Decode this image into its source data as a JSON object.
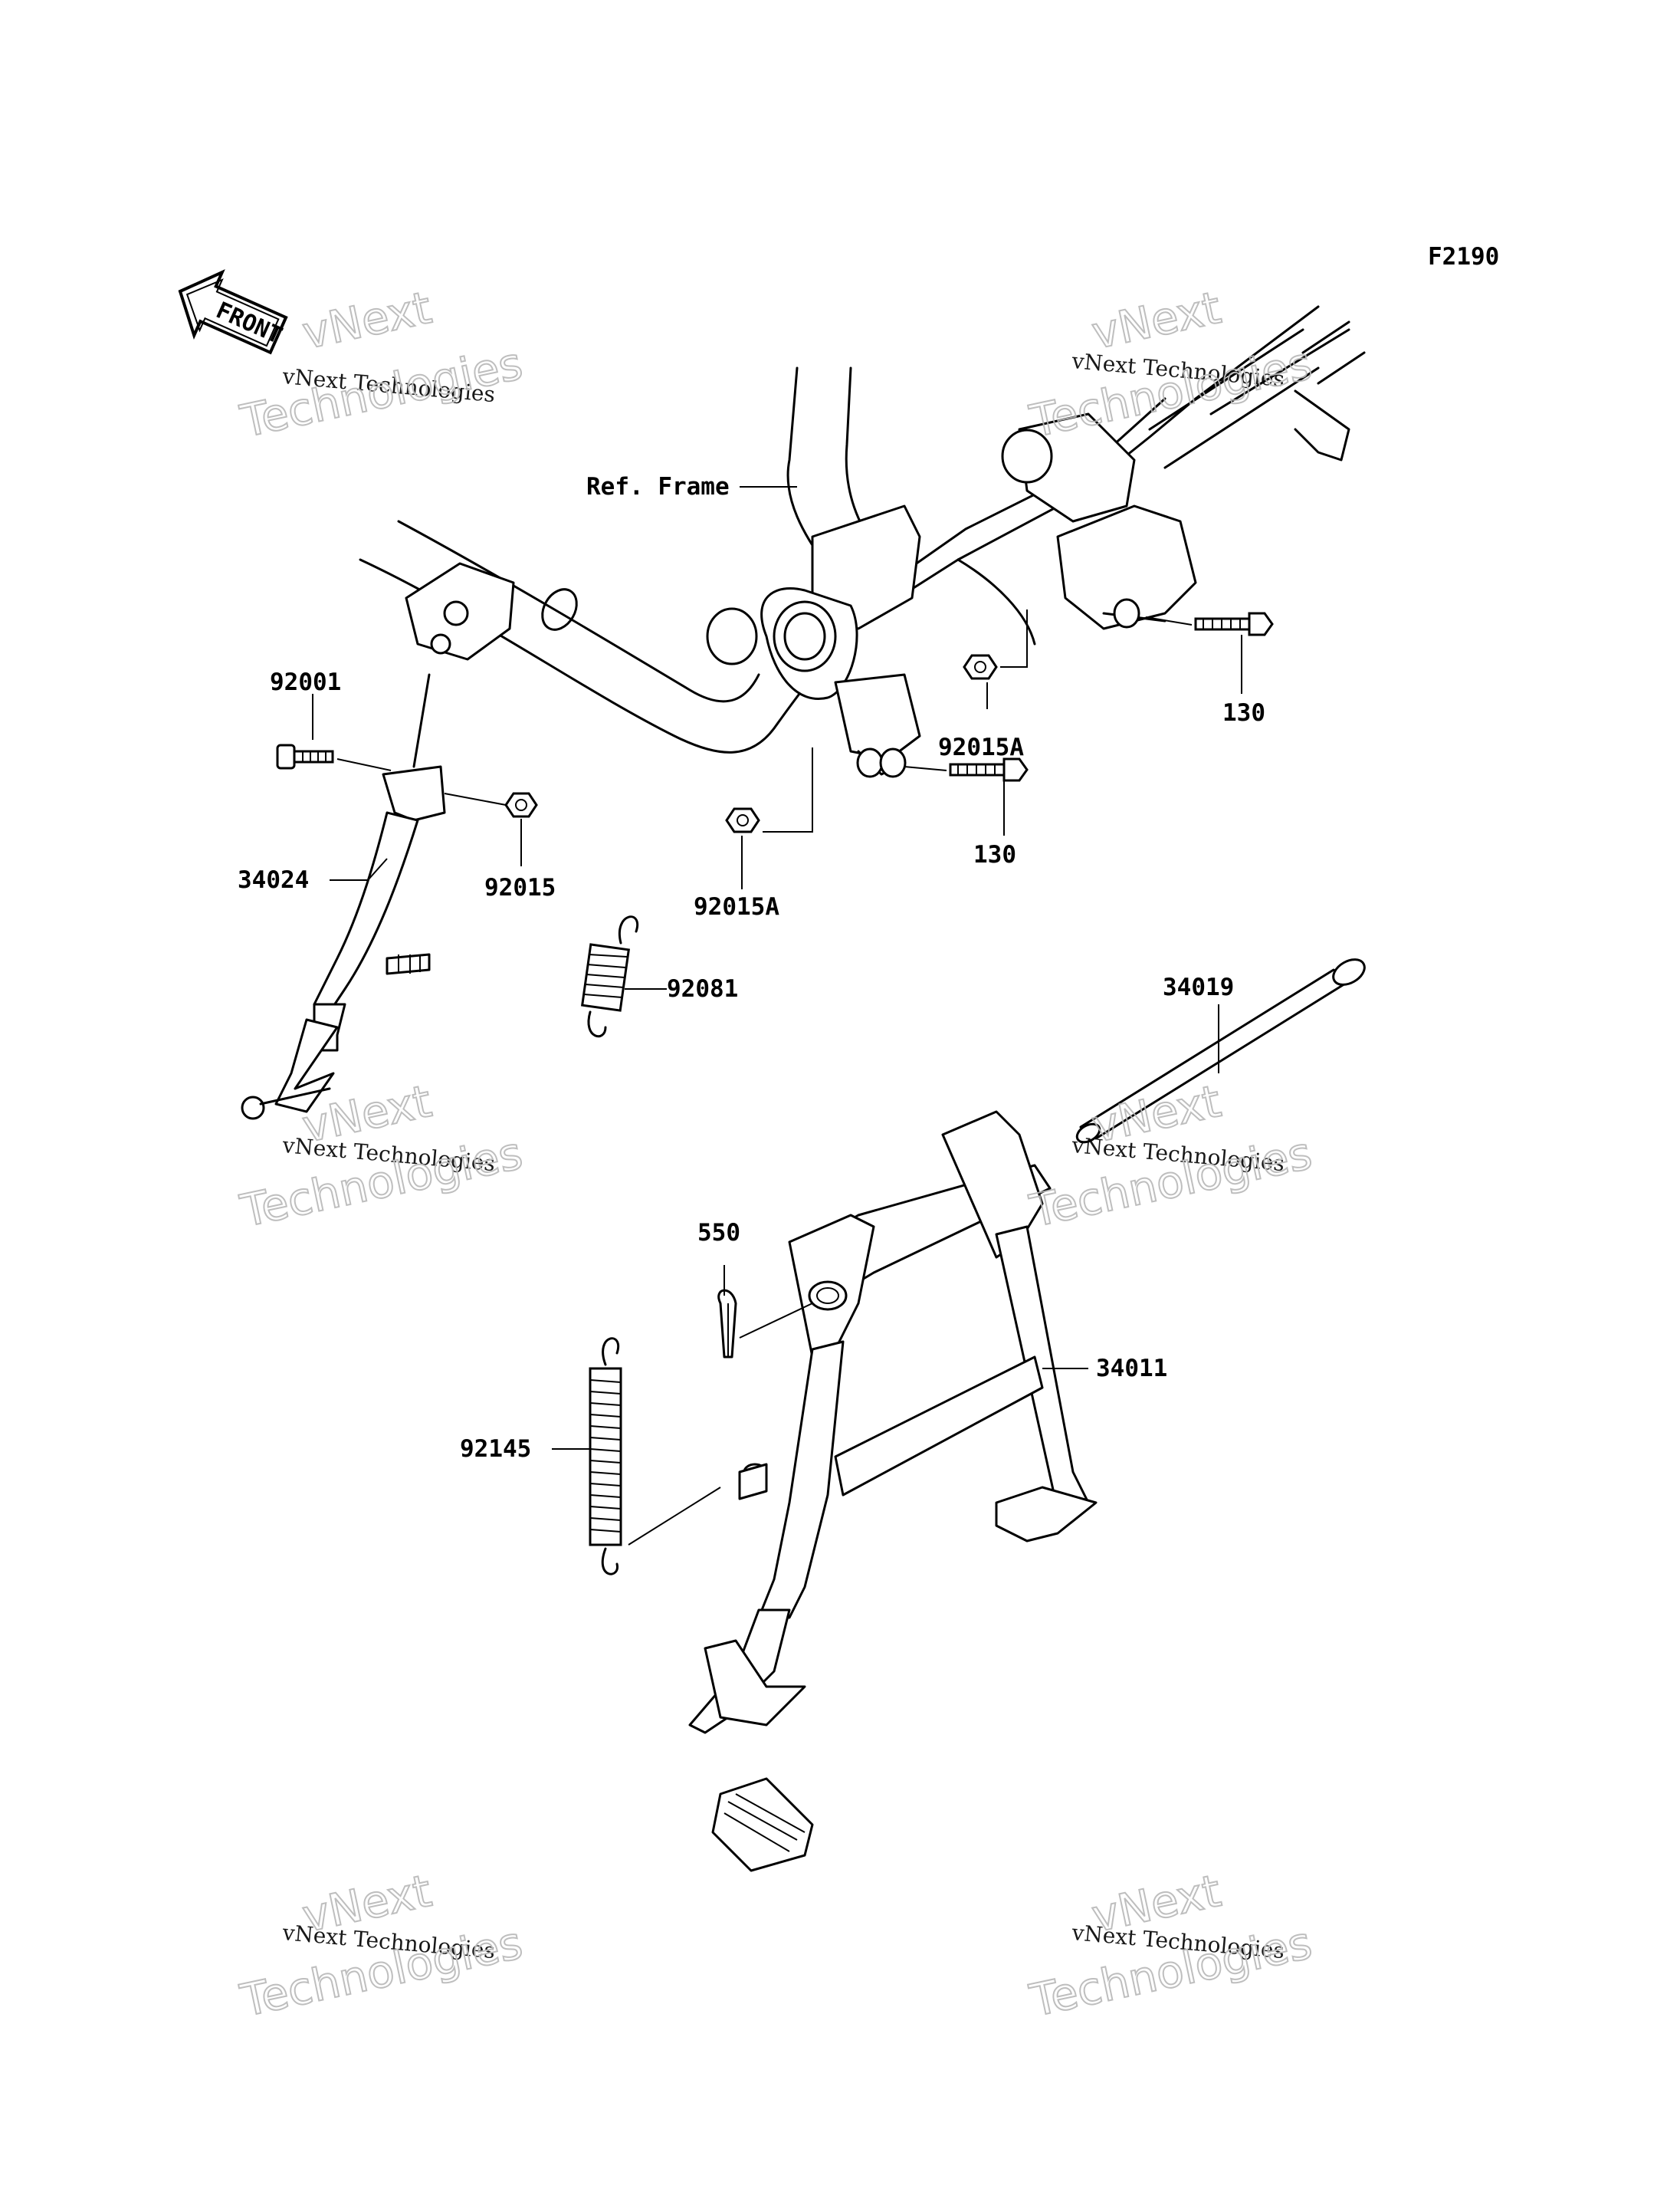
{
  "diagram": {
    "code": "F2190",
    "front_badge": "FRONT",
    "ref_frame": "Ref. Frame",
    "labels": {
      "p92001": "92001",
      "p34024": "34024",
      "p92015": "92015",
      "p92081": "92081",
      "p92015A_top": "92015A",
      "p130_top": "130",
      "p130_mid": "130",
      "p92015A_mid": "92015A",
      "p34019": "34019",
      "p550": "550",
      "p34011": "34011",
      "p92145": "92145"
    },
    "watermark": {
      "line_small": "vNext Technologies",
      "line_large": "Technologies",
      "line_top": "vNext"
    }
  }
}
